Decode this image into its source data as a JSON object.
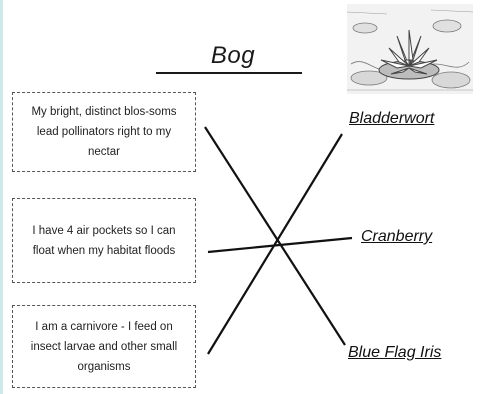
{
  "worksheet": {
    "title": "Bog",
    "picture_icon": "water-lily-sketch",
    "clues": [
      {
        "text": "My bright, distinct blos-soms lead pollinators right to my nectar"
      },
      {
        "text": "I have 4 air pockets so I can float when my habitat floods"
      },
      {
        "text": "I am a carnivore - I feed on insect larvae and other small organisms"
      }
    ],
    "terms": [
      {
        "text": "Bladderwort"
      },
      {
        "text": "Cranberry"
      },
      {
        "text": "Blue Flag Iris"
      }
    ]
  }
}
